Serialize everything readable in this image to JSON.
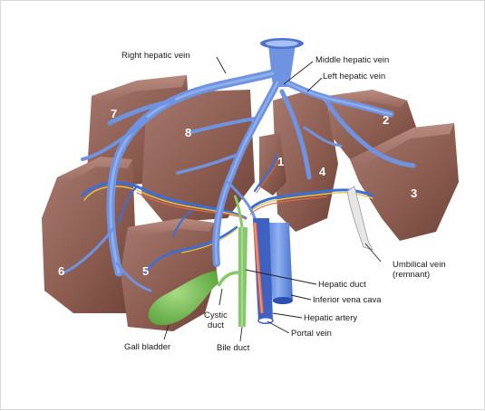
{
  "labels": {
    "right_hepatic_vein": "Right hepatic vein",
    "middle_hepatic_vein": "Middle hepatic vein",
    "left_hepatic_vein": "Left hepatic vein",
    "umbilical_vein_line1": "Umbilical vein",
    "umbilical_vein_line2": "(remnant)",
    "hepatic_duct": "Hepatic duct",
    "inferior_vena_cava": "Inferior vena cava",
    "cystic_duct_line1": "Cystic",
    "cystic_duct_line2": "duct",
    "hepatic_artery": "Hepatic artery",
    "portal_vein": "Portal vein",
    "gall_bladder": "Gall bladder",
    "bile_duct": "Bile duct"
  },
  "segments": [
    "1",
    "2",
    "3",
    "4",
    "5",
    "6",
    "7",
    "8"
  ],
  "colors": {
    "liver": "#8a5a4e",
    "liver_light": "#a7756a",
    "liver_dark": "#6b4238",
    "vein": "#6f93e0",
    "vein_dark": "#3f62c2",
    "gall_bladder": "#7cc257",
    "bile": "#86c96a",
    "artery": "#e06a4a",
    "nerve_yellow": "#e8c64a"
  }
}
